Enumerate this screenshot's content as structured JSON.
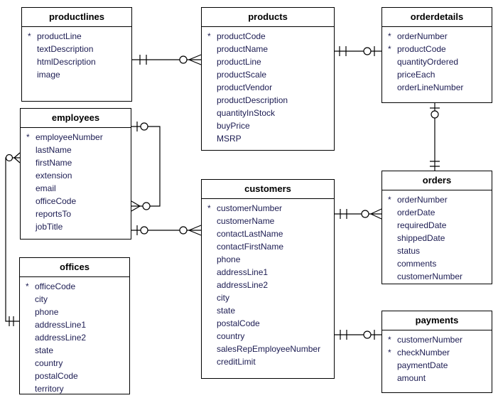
{
  "diagram": {
    "type": "entity-relationship-diagram",
    "background_color": "#ffffff",
    "line_color": "#000000",
    "title_color": "#000000",
    "field_text_color": "#1c1c52",
    "primary_key_marker": "*"
  },
  "tables": {
    "productlines": {
      "title": "productlines",
      "fields": [
        {
          "pk": "*",
          "name": "productLine"
        },
        {
          "pk": "",
          "name": "textDescription"
        },
        {
          "pk": "",
          "name": "htmlDescription"
        },
        {
          "pk": "",
          "name": "image"
        }
      ]
    },
    "products": {
      "title": "products",
      "fields": [
        {
          "pk": "*",
          "name": "productCode"
        },
        {
          "pk": "",
          "name": "productName"
        },
        {
          "pk": "",
          "name": "productLine"
        },
        {
          "pk": "",
          "name": "productScale"
        },
        {
          "pk": "",
          "name": "productVendor"
        },
        {
          "pk": "",
          "name": "productDescription"
        },
        {
          "pk": "",
          "name": "quantityInStock"
        },
        {
          "pk": "",
          "name": "buyPrice"
        },
        {
          "pk": "",
          "name": "MSRP"
        }
      ]
    },
    "orderdetails": {
      "title": "orderdetails",
      "fields": [
        {
          "pk": "*",
          "name": "orderNumber"
        },
        {
          "pk": "*",
          "name": "productCode"
        },
        {
          "pk": "",
          "name": "quantityOrdered"
        },
        {
          "pk": "",
          "name": "priceEach"
        },
        {
          "pk": "",
          "name": "orderLineNumber"
        }
      ]
    },
    "employees": {
      "title": "employees",
      "fields": [
        {
          "pk": "*",
          "name": "employeeNumber"
        },
        {
          "pk": "",
          "name": "lastName"
        },
        {
          "pk": "",
          "name": "firstName"
        },
        {
          "pk": "",
          "name": "extension"
        },
        {
          "pk": "",
          "name": "email"
        },
        {
          "pk": "",
          "name": "officeCode"
        },
        {
          "pk": "",
          "name": "reportsTo"
        },
        {
          "pk": "",
          "name": "jobTitle"
        }
      ]
    },
    "customers": {
      "title": "customers",
      "fields": [
        {
          "pk": "*",
          "name": "customerNumber"
        },
        {
          "pk": "",
          "name": "customerName"
        },
        {
          "pk": "",
          "name": "contactLastName"
        },
        {
          "pk": "",
          "name": "contactFirstName"
        },
        {
          "pk": "",
          "name": "phone"
        },
        {
          "pk": "",
          "name": "addressLine1"
        },
        {
          "pk": "",
          "name": "addressLine2"
        },
        {
          "pk": "",
          "name": "city"
        },
        {
          "pk": "",
          "name": "state"
        },
        {
          "pk": "",
          "name": "postalCode"
        },
        {
          "pk": "",
          "name": "country"
        },
        {
          "pk": "",
          "name": "salesRepEmployeeNumber"
        },
        {
          "pk": "",
          "name": "creditLimit"
        }
      ]
    },
    "orders": {
      "title": "orders",
      "fields": [
        {
          "pk": "*",
          "name": "orderNumber"
        },
        {
          "pk": "",
          "name": "orderDate"
        },
        {
          "pk": "",
          "name": "requiredDate"
        },
        {
          "pk": "",
          "name": "shippedDate"
        },
        {
          "pk": "",
          "name": "status"
        },
        {
          "pk": "",
          "name": "comments"
        },
        {
          "pk": "",
          "name": "customerNumber"
        }
      ]
    },
    "offices": {
      "title": "offices",
      "fields": [
        {
          "pk": "*",
          "name": "officeCode"
        },
        {
          "pk": "",
          "name": "city"
        },
        {
          "pk": "",
          "name": "phone"
        },
        {
          "pk": "",
          "name": "addressLine1"
        },
        {
          "pk": "",
          "name": "addressLine2"
        },
        {
          "pk": "",
          "name": "state"
        },
        {
          "pk": "",
          "name": "country"
        },
        {
          "pk": "",
          "name": "postalCode"
        },
        {
          "pk": "",
          "name": "territory"
        }
      ]
    },
    "payments": {
      "title": "payments",
      "fields": [
        {
          "pk": "*",
          "name": "customerNumber"
        },
        {
          "pk": "*",
          "name": "checkNumber"
        },
        {
          "pk": "",
          "name": "paymentDate"
        },
        {
          "pk": "",
          "name": "amount"
        }
      ]
    }
  },
  "relationships": [
    {
      "from": "productlines",
      "from_cardinality": "one-and-only-one",
      "to": "products",
      "to_cardinality": "zero-or-many"
    },
    {
      "from": "products",
      "from_cardinality": "one-and-only-one",
      "to": "orderdetails",
      "to_cardinality": "zero-or-one"
    },
    {
      "from": "orders",
      "from_cardinality": "one-and-only-one",
      "to": "orderdetails",
      "to_cardinality": "zero-or-one"
    },
    {
      "from": "customers",
      "from_cardinality": "one-and-only-one",
      "to": "orders",
      "to_cardinality": "zero-or-many"
    },
    {
      "from": "customers",
      "from_cardinality": "one-and-only-one",
      "to": "payments",
      "to_cardinality": "zero-or-one"
    },
    {
      "from": "employees",
      "from_cardinality": "zero-or-one",
      "to": "customers",
      "to_cardinality": "zero-or-many"
    },
    {
      "from": "employees",
      "from_cardinality": "zero-or-one",
      "to": "employees",
      "to_cardinality": "zero-or-many"
    },
    {
      "from": "offices",
      "from_cardinality": "one-and-only-one",
      "to": "employees",
      "to_cardinality": "zero-or-many"
    }
  ]
}
